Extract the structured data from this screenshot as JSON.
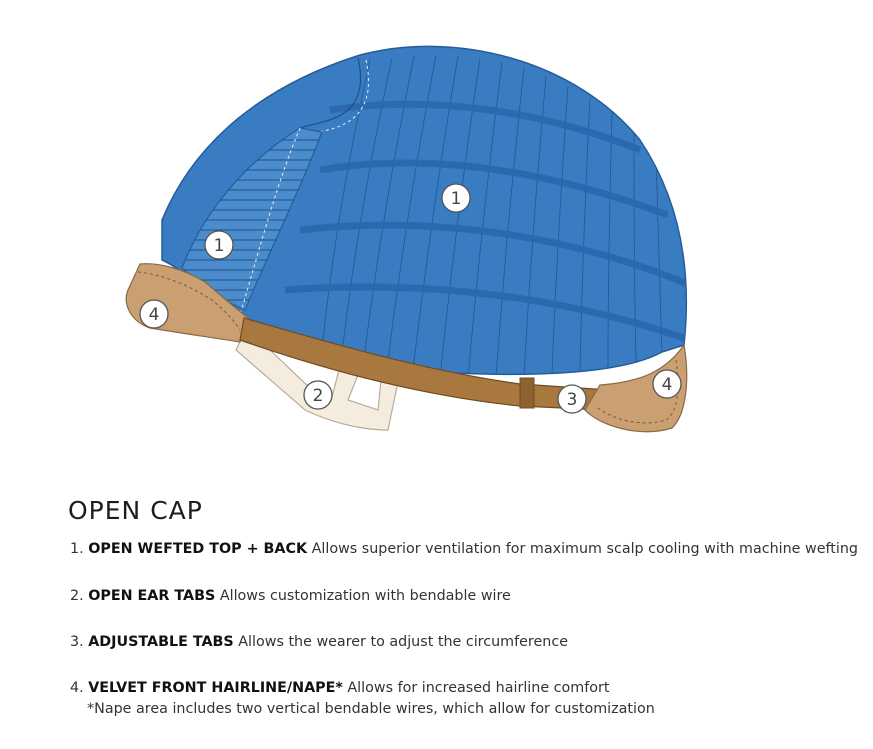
{
  "callouts": {
    "top": "1",
    "side": "1",
    "ear_tab": "2",
    "adjustable_tab": "3",
    "front": "4",
    "nape": "4"
  },
  "title": "OPEN CAP",
  "features": [
    {
      "number": "1.",
      "name": "OPEN WEFTED TOP + BACK",
      "description": "Allows superior ventilation for maximum scalp cooling with machine wefting"
    },
    {
      "number": "2.",
      "name": "OPEN EAR TABS",
      "description": "Allows customization with bendable wire"
    },
    {
      "number": "3.",
      "name": "ADJUSTABLE TABS",
      "description": "Allows the wearer to adjust the circumference"
    },
    {
      "number": "4.",
      "name": "VELVET FRONT HAIRLINE/NAPE*",
      "description": "Allows for increased hairline comfort",
      "note": "*Nape area includes two vertical bendable wires, which allow for customization"
    }
  ],
  "colors": {
    "cap_blue": "#3a7cc1",
    "cap_blue_dark": "#2a68ad",
    "velvet_tan": "#caa072",
    "strap_brown": "#a8783f",
    "ear_tab_cream": "#f3ecdf"
  }
}
